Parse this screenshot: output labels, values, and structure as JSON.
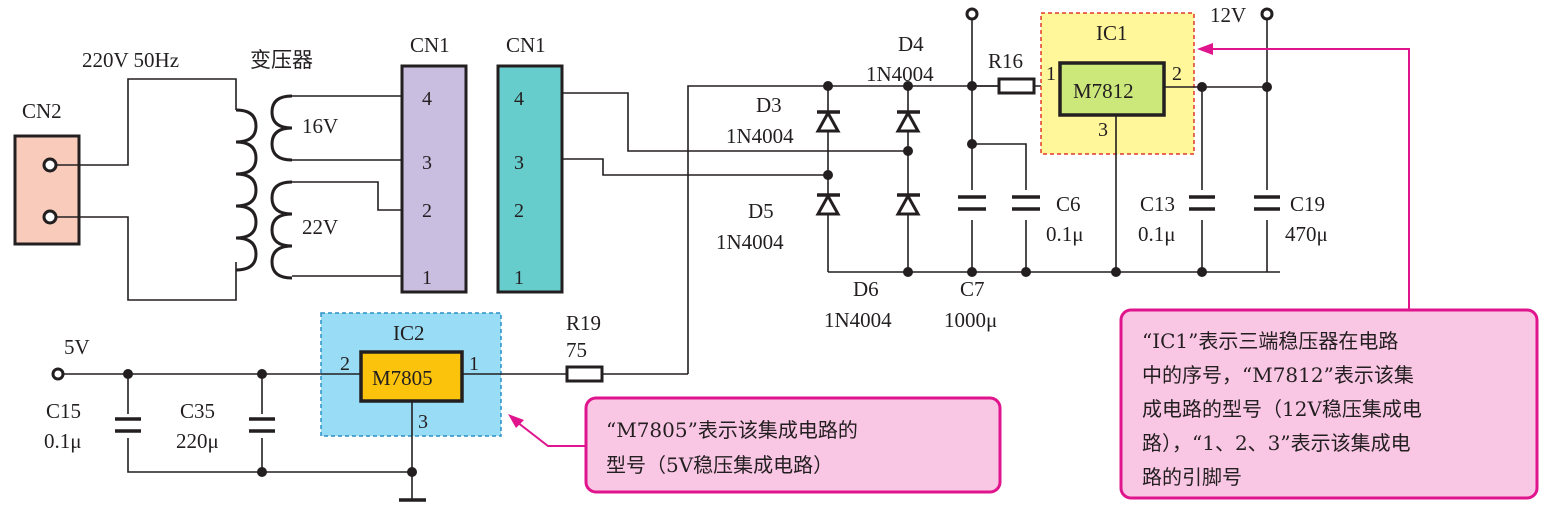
{
  "title_labels": {
    "mains": "220V 50Hz",
    "transformer": "变压器"
  },
  "connectors": {
    "cn2": {
      "label": "CN2",
      "color": "#f9cbbb"
    },
    "cn1_left": {
      "label": "CN1",
      "color": "#c9bde0",
      "pins": [
        "4",
        "3",
        "2",
        "1"
      ]
    },
    "cn1_right": {
      "label": "CN1",
      "color": "#66cccc",
      "pins": [
        "4",
        "3",
        "2",
        "1"
      ]
    }
  },
  "windings": {
    "secondary_top": "16V",
    "secondary_bottom": "22V"
  },
  "diodes": [
    {
      "ref": "D3",
      "part": "1N4004"
    },
    {
      "ref": "D4",
      "part": "1N4004"
    },
    {
      "ref": "D5",
      "part": "1N4004"
    },
    {
      "ref": "D6",
      "part": "1N4004"
    }
  ],
  "resistors": {
    "r16": {
      "ref": "R16"
    },
    "r19": {
      "ref": "R19",
      "value": "75"
    }
  },
  "capacitors": {
    "c7": {
      "ref": "C7",
      "value": "1000μ"
    },
    "c6": {
      "ref": "C6",
      "value": "0.1μ"
    },
    "c13": {
      "ref": "C13",
      "value": "0.1μ"
    },
    "c19": {
      "ref": "C19",
      "value": "470μ"
    },
    "c15": {
      "ref": "C15",
      "value": "0.1μ"
    },
    "c35": {
      "ref": "C35",
      "value": "220μ"
    }
  },
  "ic1": {
    "ref": "IC1",
    "part": "M7812",
    "pins": [
      "1",
      "2",
      "3"
    ],
    "box_color": "#fff799",
    "chip_color": "#cde87a"
  },
  "ic2": {
    "ref": "IC2",
    "part": "M7805",
    "pins": [
      "2",
      "1",
      "3"
    ],
    "box_color": "#99dcf5",
    "chip_color": "#fcc30d"
  },
  "outputs": {
    "v12": "12V",
    "v5": "5V"
  },
  "annotations": {
    "ic2_note": [
      "“M7805”表示该集成电路的",
      "型号（5V稳压集成电路）"
    ],
    "ic1_note": [
      "“IC1”表示三端稳压器在电路",
      "中的序号，“M7812”表示该集",
      "成电路的型号（12V稳压集成电",
      "路），“1、2、3”表示该集成电",
      "路的引脚号"
    ],
    "color": "#e0148c",
    "fill": "#f9c6e4"
  }
}
